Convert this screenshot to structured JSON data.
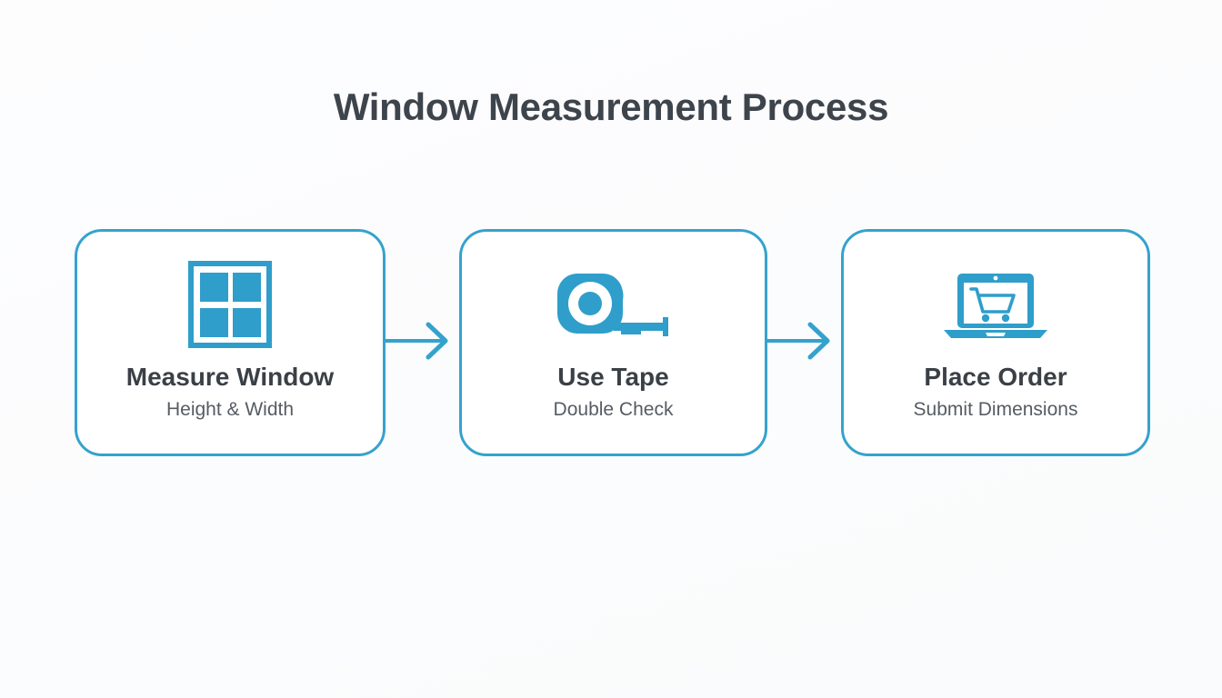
{
  "header": {
    "title": "Window Measurement Process"
  },
  "colors": {
    "accent": "#35a2cd",
    "icon_blue": "#2f9ecb",
    "title_text": "#3e444c",
    "card_title_text": "#3a4046",
    "card_subtitle_text": "#565c63",
    "background": "#fcfcfd",
    "card_background": "#ffffff"
  },
  "flow": {
    "steps": [
      {
        "icon": "window-pane-icon",
        "title": "Measure Window",
        "subtitle": "Height & Width"
      },
      {
        "icon": "tape-measure-icon",
        "title": "Use Tape",
        "subtitle": "Double Check"
      },
      {
        "icon": "laptop-shopping-cart-icon",
        "title": "Place Order",
        "subtitle": "Submit Dimensions"
      }
    ],
    "connectors": [
      {
        "name": "arrow-right-icon",
        "from": "Measure Window",
        "to": "Use Tape"
      },
      {
        "name": "arrow-right-icon",
        "from": "Use Tape",
        "to": "Place Order"
      }
    ]
  }
}
